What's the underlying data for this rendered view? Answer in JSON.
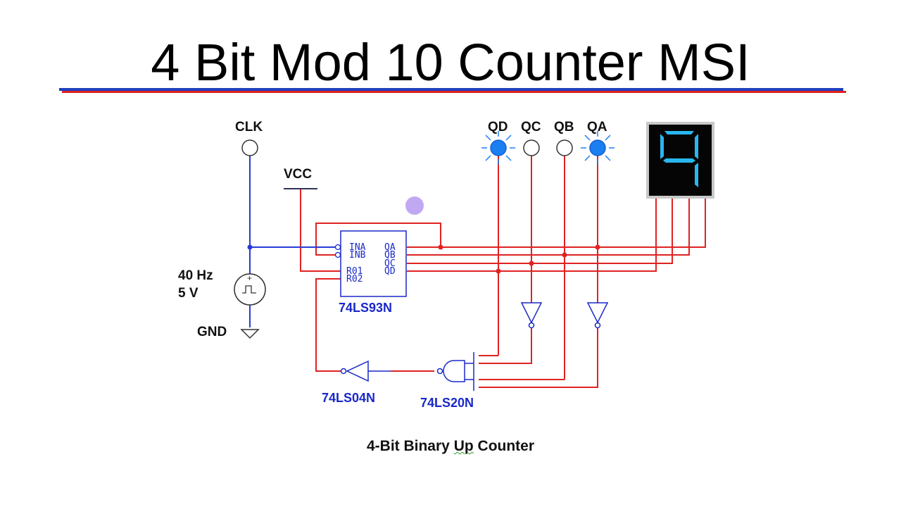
{
  "title": "4 Bit Mod 10 Counter MSI",
  "inputs": {
    "clk_label": "CLK",
    "vcc_label": "VCC",
    "source_freq": "40 Hz",
    "source_volt": "5 V",
    "gnd_label": "GND"
  },
  "outputs": {
    "qd_label": "QD",
    "qc_label": "QC",
    "qb_label": "QB",
    "qa_label": "QA",
    "qd_on": true,
    "qc_on": false,
    "qb_on": false,
    "qa_on": true
  },
  "display_digit": "9",
  "chips": {
    "counter": "74LS93N",
    "inverter": "74LS04N",
    "nand": "74LS20N"
  },
  "pins": {
    "ina": "INA",
    "inb": "INB",
    "r01": "R01",
    "r02": "R02",
    "qa": "QA",
    "qb": "QB",
    "qc": "QC",
    "qd": "QD"
  },
  "caption_prefix": "4-Bit Binary ",
  "caption_word": "Up",
  "caption_suffix": " Counter",
  "colors": {
    "wire_red": "#e02222",
    "wire_blue": "#2a3ad8",
    "led_on": "#1a7ff0",
    "segment": "#29b6f0"
  }
}
